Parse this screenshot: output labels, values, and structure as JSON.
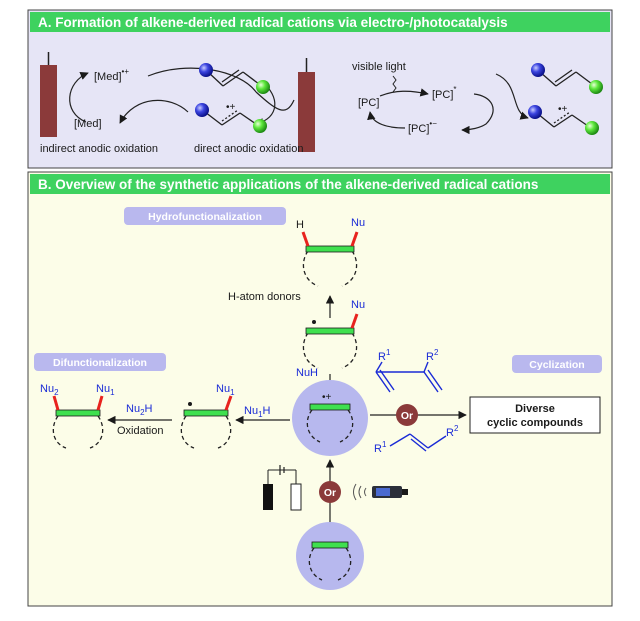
{
  "panel_a": {
    "header": "A. Formation of alkene-derived radical cations via electro-/photocatalysis",
    "med_radical_base": "[Med]",
    "med_radical_sup": "•+",
    "med": "[Med]",
    "indirect_label": "indirect anodic oxidation",
    "direct_label": "direct anodic oxidation",
    "visible_light": "visible light",
    "pc_excited_base": "[PC]",
    "pc_excited_sup": "*",
    "pc": "[PC]",
    "pc_radical_base": "[PC]",
    "pc_radical_sup": "•−",
    "radical_cation_mark": "•+"
  },
  "panel_b": {
    "header": "B. Overview of the synthetic applications of the alkene-derived radical cations",
    "pill_hydro": "Hydrofunctionalization",
    "pill_difunc": "Difunctionalization",
    "pill_cyclization": "Cyclization",
    "h_label": "H",
    "nu_label": "Nu",
    "nu_label_2": "Nu",
    "h_atom_donors": "H-atom donors",
    "nuh": "NuH",
    "nu1h_base": "Nu",
    "nu1h_sub": "1",
    "nu1h_end": "H",
    "nu1_label_base": "Nu",
    "nu1_label_sub": "1",
    "nu2h_base": "Nu",
    "nu2h_sub": "2",
    "nu2h_end": "H",
    "oxidation": "Oxidation",
    "nu2_product_base": "Nu",
    "nu2_product_sub": "2",
    "nu1_product_base": "Nu",
    "nu1_product_sub": "1",
    "or_1": "Or",
    "or_2": "Or",
    "r1_diene_base": "R",
    "r1_diene_sup": "1",
    "r2_diene_base": "R",
    "r2_diene_sup": "2",
    "r1_alkene_base": "R",
    "r1_alkene_sup": "1",
    "r2_alkene_base": "R",
    "r2_alkene_sup": "2",
    "diverse_line1": "Diverse",
    "diverse_line2": "cyclic compounds",
    "center_mark": "•+"
  },
  "colors": {
    "panel_a_bg": "#e6e5f6",
    "panel_b_bg": "#fcfde8",
    "header_green": "#3ed25f",
    "pill_lavender": "#b9b8ee",
    "circle_fill": "#b7b8ee",
    "alkene_green": "#3fe04f",
    "bond_red": "#e8231e",
    "electrode": "#8b3a3a",
    "nucleophile_blue": "#1a2bd6"
  }
}
